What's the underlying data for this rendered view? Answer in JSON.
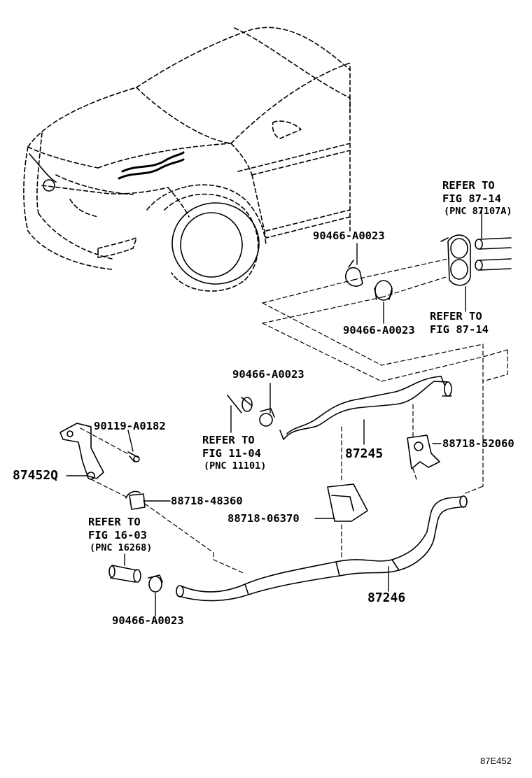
{
  "diagram": {
    "figure_id": "87E452",
    "part_labels": {
      "clamp_top_1": "90466-A0023",
      "clamp_top_2": "90466-A0023",
      "clamp_mid": "90466-A0023",
      "clamp_bottom": "90466-A0023",
      "bolt": "90119-A0182",
      "bracket": "87452Q",
      "clamp_48360": "88718-48360",
      "clamp_52060": "88718-52060",
      "clamp_06370": "88718-06370",
      "hose_87245": "87245",
      "hose_87246": "87246"
    },
    "references": {
      "top_right": {
        "line1": "REFER TO",
        "line2": "FIG 87-14",
        "line3": "(PNC 87107A)"
      },
      "grommet": {
        "line1": "REFER TO",
        "line2": "FIG 87-14"
      },
      "engine": {
        "line1": "REFER TO",
        "line2": "FIG 11-04",
        "line3": "(PNC 11101)"
      },
      "radiator": {
        "line1": "REFER TO",
        "line2": "FIG 16-03",
        "line3": "(PNC 16268)"
      }
    }
  },
  "colors": {
    "ink": "#000000",
    "paper": "#ffffff"
  }
}
